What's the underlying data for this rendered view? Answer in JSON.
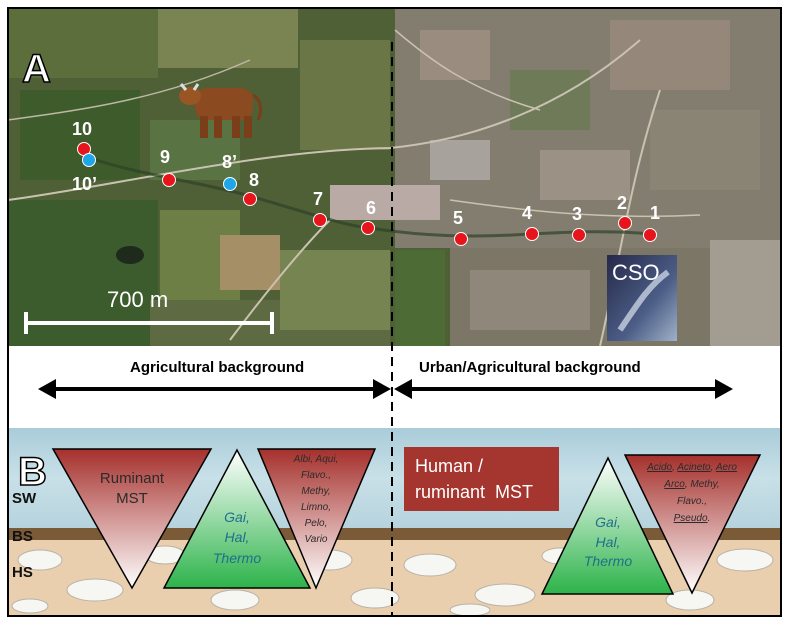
{
  "panel_a": {
    "label": "A",
    "scale_bar": "700 m",
    "cso_label": "CSO",
    "red_sites": [
      "1",
      "2",
      "3",
      "4",
      "5",
      "6",
      "7",
      "8",
      "9",
      "10"
    ],
    "blue_sites": [
      "8’",
      "10’"
    ]
  },
  "backgrounds": {
    "left": "Agricultural background",
    "right": "Urban/Agricultural background"
  },
  "panel_b": {
    "label": "B",
    "layers": [
      "SW",
      "BS",
      "HS"
    ],
    "left": {
      "ruminant_tri": {
        "line1": "Ruminant",
        "line2": "MST"
      },
      "gai_tri": {
        "line1": "Gai,",
        "line2": "Hal,",
        "line3": "Thermo"
      },
      "taxa_tri": {
        "l1": "Albi, Aqui,",
        "l2": "Flavo.,",
        "l3": "Methy,",
        "l4": "Limno,",
        "l5": "Pelo,",
        "l6": "Vario"
      }
    },
    "right": {
      "human_box": {
        "line1": "Human /",
        "line2": "ruminant  MST"
      },
      "gai_tri": {
        "line1": "Gai,",
        "line2": "Hal,",
        "line3": "Thermo"
      },
      "taxa_tri": {
        "l1a": "Acido",
        "l1b": ", ",
        "l1c": "Acineto",
        "l1d": ", ",
        "l1e": "Aero",
        "l2a": "Arco",
        "l2b": ", Methy,",
        "l3": "Flavo.,",
        "l4a": "Pseudo",
        "l4b": "."
      }
    }
  },
  "colors": {
    "site_red": "#e8141c",
    "site_blue": "#1ea7e8",
    "human_box": "#a5352f",
    "gai_green": "#2db34a",
    "ruminant_red": "#a5302c"
  }
}
